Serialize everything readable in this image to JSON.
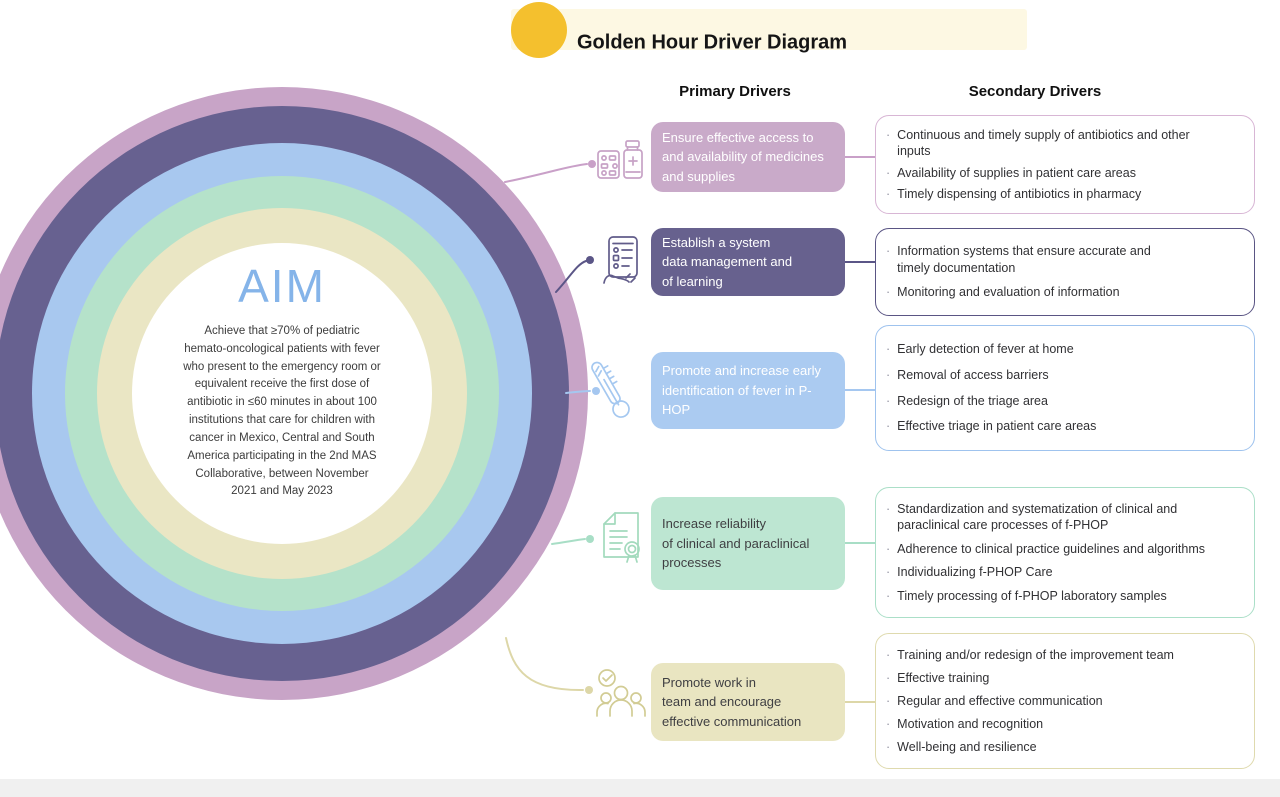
{
  "title": {
    "text": "Golden Hour Driver Diagram"
  },
  "headers": {
    "primary": "Primary Drivers",
    "secondary": "Secondary Drivers"
  },
  "aim": {
    "label": "AIM",
    "statement": "Achieve that ≥70% of pediatric\nhemato-oncological patients with fever\nwho present to the emergency room or\nequivalent receive the first dose of\nantibiotic in ≤60 minutes in about 100\ninstitutions that care for children with\ncancer in Mexico, Central and South\nAmerica participating in the 2nd MAS\nCollaborative, between November\n2021 and May 2023"
  },
  "colors": {
    "title_accent": "#f4c02e",
    "title_bar_bg": "#fdf8e3",
    "aim_label": "#85b4e9",
    "rings_outer_to_inner": [
      "#c8a4c7",
      "#676190",
      "#a8c8ef",
      "#b5e2ca",
      "#eae6c4",
      "#ffffff"
    ],
    "drivers": [
      "#c9aac9",
      "#67618e",
      "#abcbf1",
      "#bde6d2",
      "#e9e5c1"
    ]
  },
  "drivers": [
    {
      "icon": "medicines-icon",
      "primary": "Ensure effective access to\nand availability of medicines\nand supplies",
      "secondary": [
        "Continuous and timely supply of antibiotics and other\ninputs",
        "Availability of supplies in patient care areas",
        "Timely dispensing of antibiotics in pharmacy"
      ]
    },
    {
      "icon": "data-system-icon",
      "primary": "Establish a system\ndata management and\nof learning",
      "secondary": [
        "Information systems that ensure accurate and\ntimely documentation",
        "Monitoring and evaluation of information"
      ]
    },
    {
      "icon": "thermometer-icon",
      "primary": "Promote and increase early\nidentification of fever in P-\nHOP",
      "secondary": [
        "Early detection of fever at home",
        "Removal of access barriers",
        "Redesign of the triage area",
        "Effective triage in patient care areas"
      ]
    },
    {
      "icon": "clinical-document-icon",
      "primary": "Increase reliability\nof clinical and paraclinical\nprocesses",
      "secondary": [
        "Standardization and systematization of clinical and\nparaclinical care processes of f-PHOP",
        "Adherence to clinical practice guidelines and algorithms",
        "Individualizing f-PHOP Care",
        "Timely processing of f-PHOP laboratory samples"
      ]
    },
    {
      "icon": "teamwork-icon",
      "primary": "Promote work in\nteam and encourage\neffective communication",
      "secondary": [
        "Training and/or redesign of the improvement team",
        "Effective training",
        "Regular and effective communication",
        "Motivation and recognition",
        "Well-being and resilience"
      ]
    }
  ]
}
